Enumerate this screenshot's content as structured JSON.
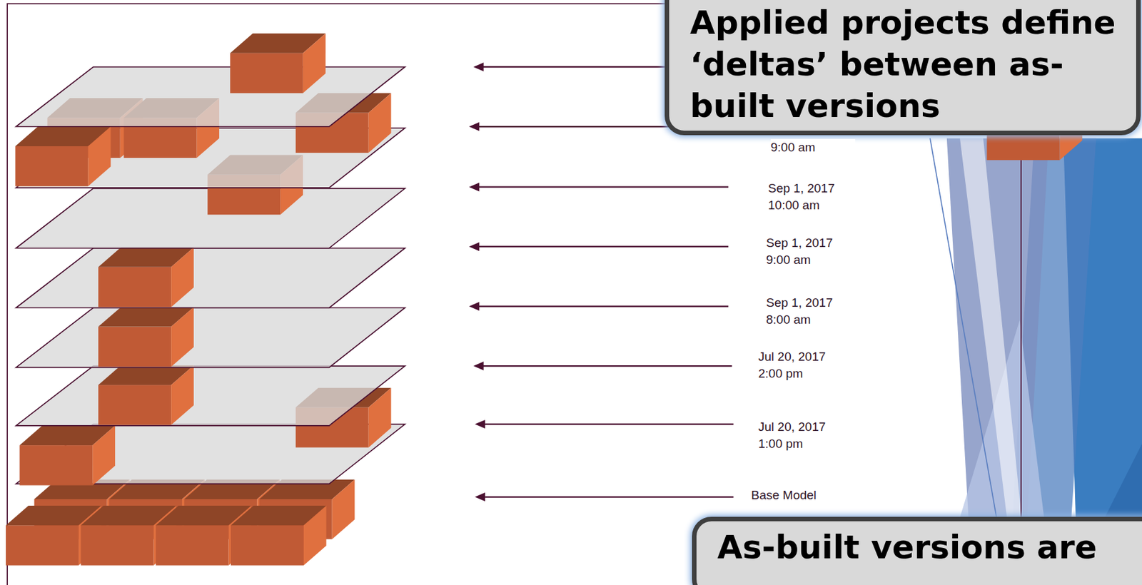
{
  "diagram": {
    "nodes": [
      {
        "text": [
          "Applied projects define ‘deltas’ between as-built versions"
        ]
      },
      {
        "text": [
          "As-built versions are"
        ]
      }
    ],
    "labels": [
      "9:00 am",
      "Sep 1, 2017 10:00 am",
      "Sep 1, 2017 9:00 am",
      "Sep 1, 2017 8:00 am",
      "Jul 20, 2017 2:00 pm",
      "Jul 20, 2017 1:00 pm",
      "Base Model"
    ]
  }
}
